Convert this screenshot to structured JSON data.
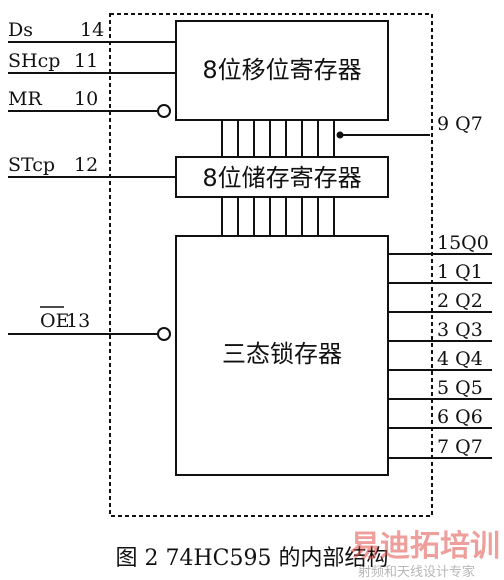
{
  "inputs": {
    "ds": "Ds",
    "ds_pin": "14",
    "shcp": "SHcp",
    "shcp_pin": "11",
    "mr": "MR",
    "mr_pin": "10",
    "stcp": "STcp",
    "stcp_pin": "12",
    "oe": "OE",
    "oe_pin": "13"
  },
  "blocks": {
    "shift_register": "8位移位寄存器",
    "storage_register": "8位储存寄存器",
    "tristate_latch": "三态锁存器"
  },
  "outputs": {
    "serial_out": "9 Q7",
    "q": [
      "15Q0",
      "1 Q1",
      "2 Q2",
      "3 Q3",
      "4 Q4",
      "5 Q5",
      "6 Q6",
      "7 Q7"
    ]
  },
  "caption": "图 2   74HC595 的内部结构",
  "watermark": {
    "logo": "易迪拓培训",
    "subtitle": "射频和天线设计专家"
  }
}
